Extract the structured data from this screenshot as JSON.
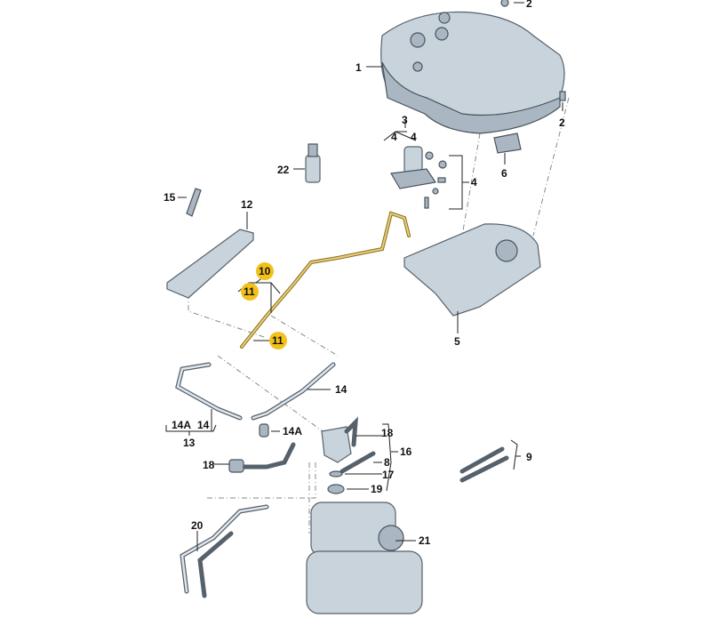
{
  "callouts": {
    "c1": "1",
    "c2a": "2",
    "c2b": "2",
    "c3": "3",
    "c4a": "4",
    "c4b": "4",
    "c4c": "4",
    "c5": "5",
    "c6": "6",
    "c8": "8",
    "c9": "9",
    "c10": "10",
    "c11a": "11",
    "c11b": "11",
    "c12": "12",
    "c13": "13",
    "c14a": "14",
    "c14b": "14",
    "c14Aa": "14A",
    "c14Ab": "14A",
    "c15": "15",
    "c16": "16",
    "c17": "17",
    "c18a": "18",
    "c18b": "18",
    "c19": "19",
    "c20": "20",
    "c21": "21",
    "c22": "22"
  },
  "highlight_color": "#f2c21b"
}
